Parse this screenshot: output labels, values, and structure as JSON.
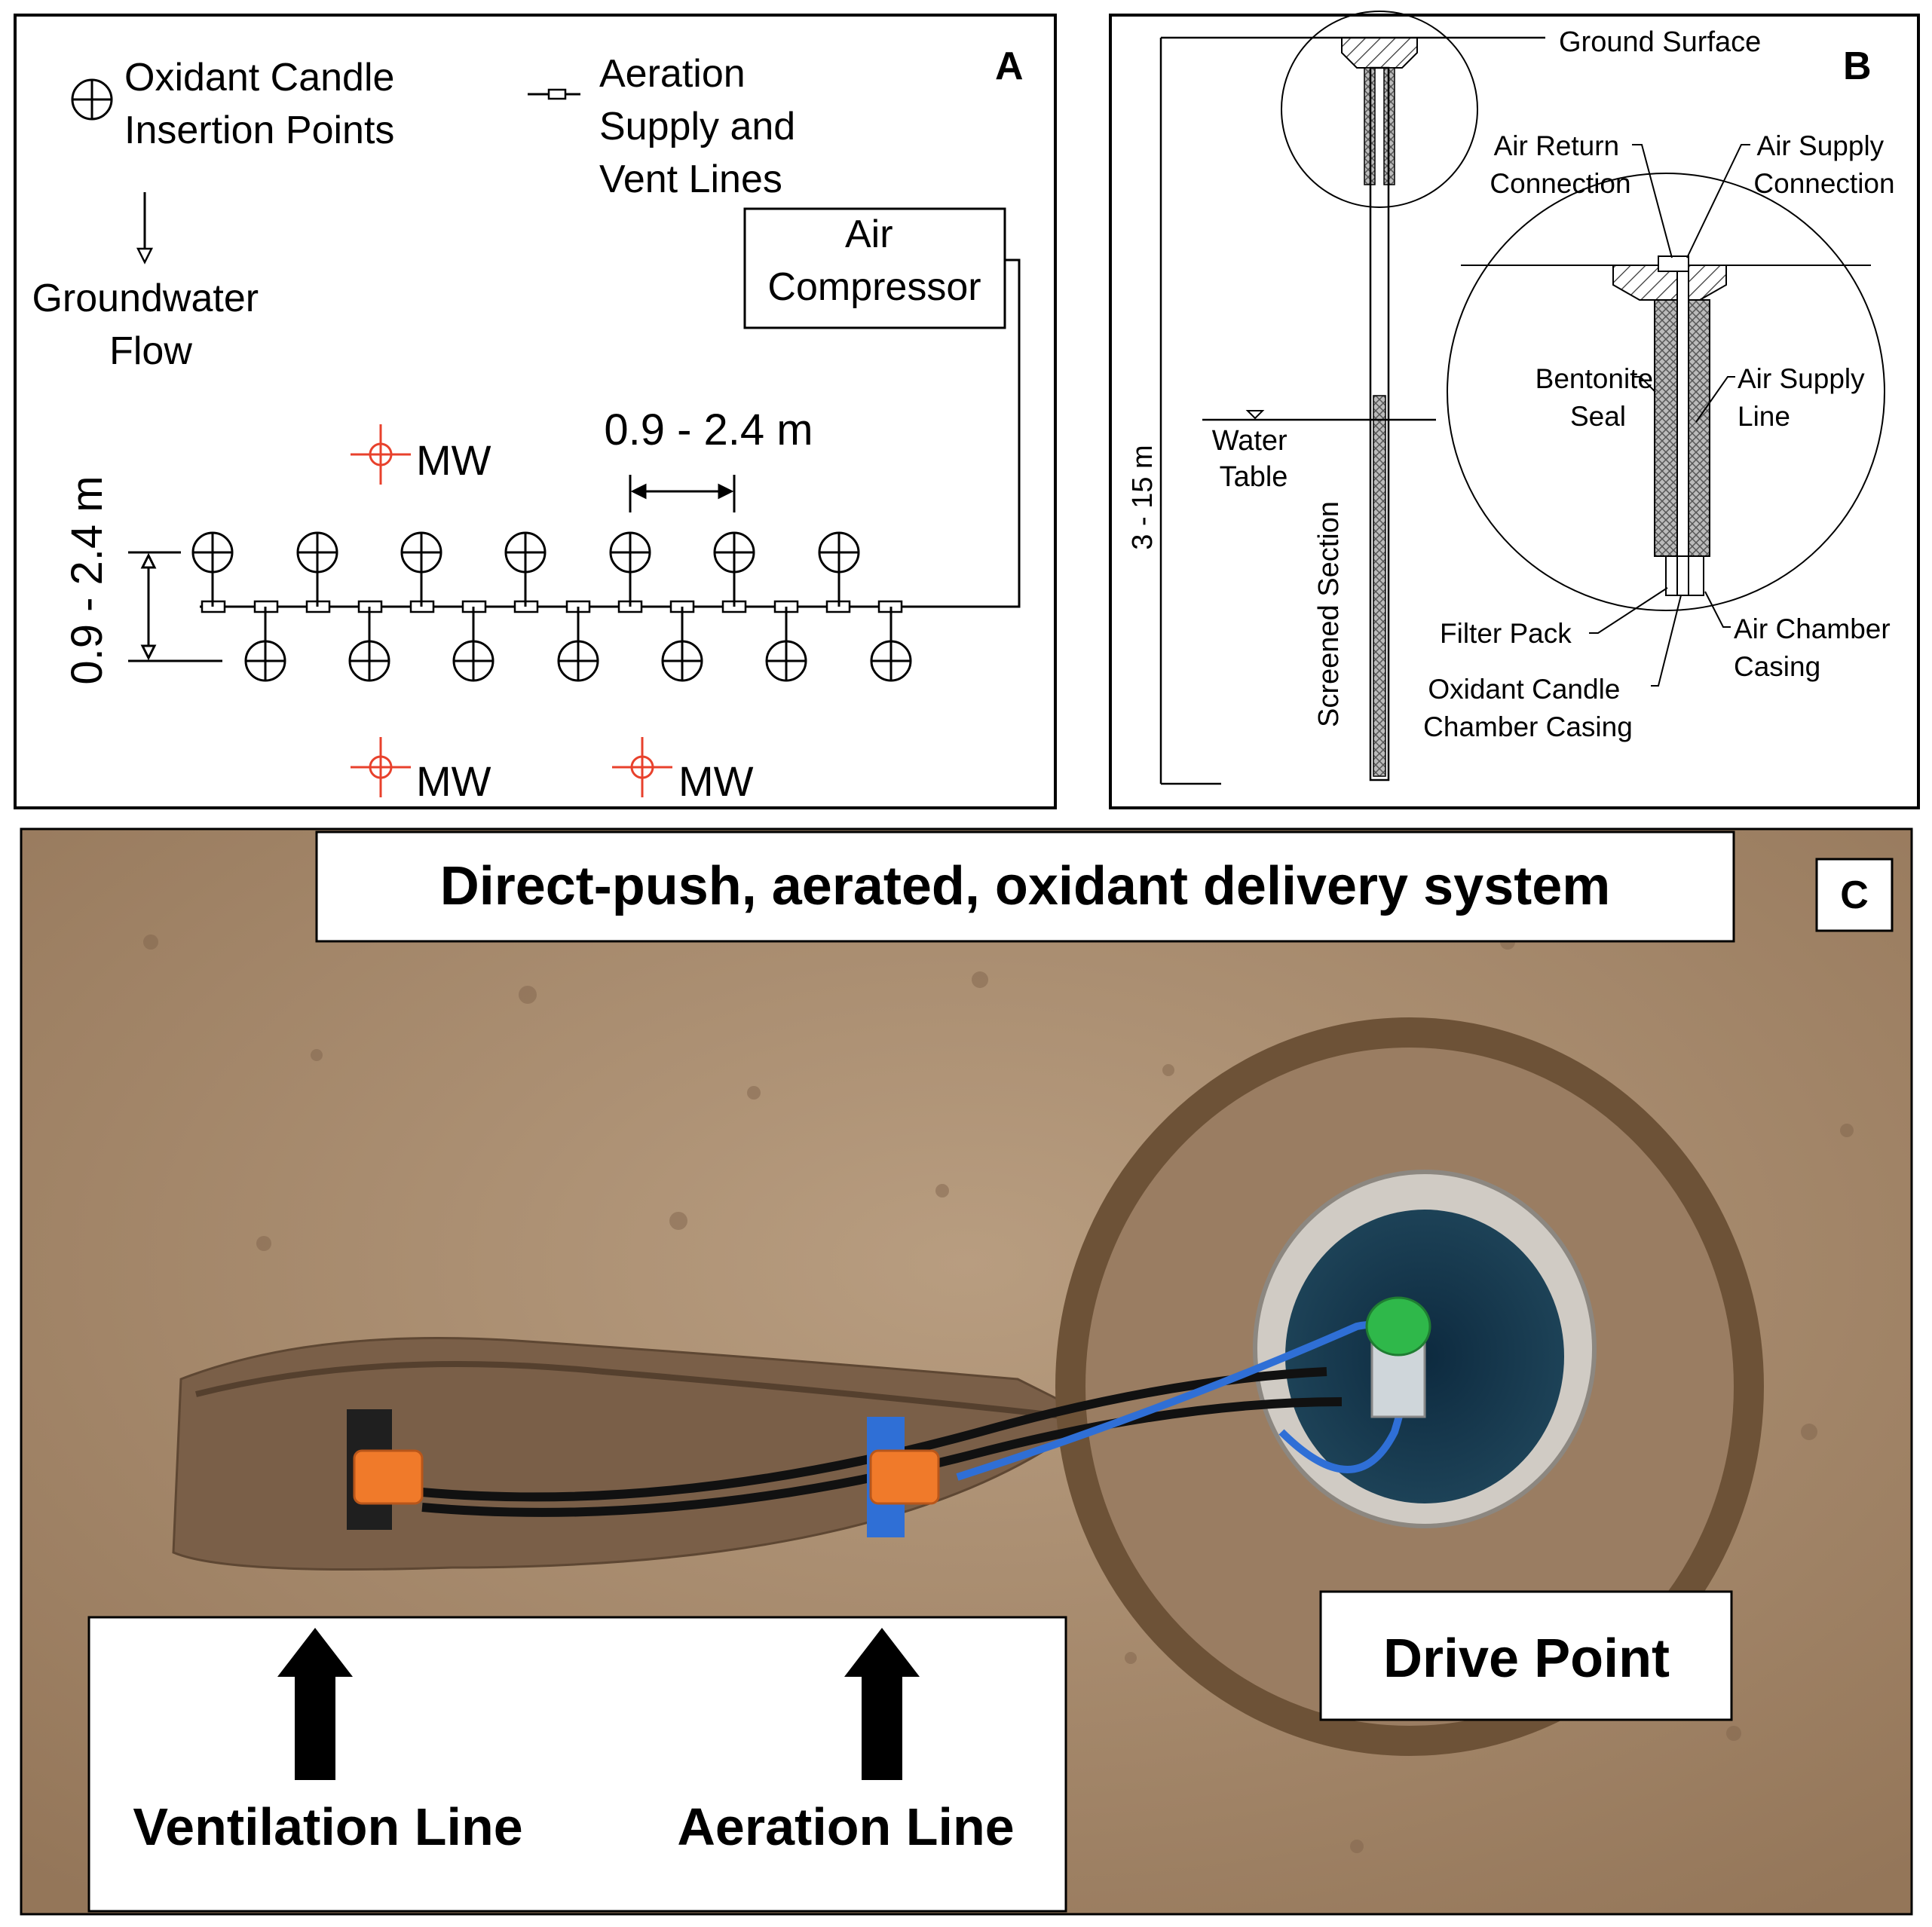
{
  "panel_a": {
    "letter": "A",
    "legend_candle": [
      "Oxidant Candle",
      "Insertion Points"
    ],
    "legend_lines": [
      "Aeration",
      "Supply and",
      "Vent Lines"
    ],
    "flow_label": [
      "Groundwater",
      "Flow"
    ],
    "compressor_label": [
      "Air",
      "Compressor"
    ],
    "spacing_horizontal": "0.9 - 2.4 m",
    "spacing_vertical": "0.9 - 2.4 m",
    "mw_label": "MW",
    "colors": {
      "monitoring_well": "#e8412c",
      "line": "#000000"
    }
  },
  "panel_b": {
    "letter": "B",
    "ground_surface": "Ground Surface",
    "depth_label": "3 - 15 m",
    "water_table": [
      "Water",
      "Table"
    ],
    "screened_section": "Screened Section",
    "air_return": [
      "Air Return",
      "Connection"
    ],
    "air_supply_connection": [
      "Air Supply",
      "Connection"
    ],
    "bentonite": [
      "Bentonite",
      "Seal"
    ],
    "air_supply_line": [
      "Air Supply",
      "Line"
    ],
    "filter_pack": "Filter Pack",
    "air_chamber": [
      "Air Chamber",
      "Casing"
    ],
    "oxidant_casing": [
      "Oxidant Candle",
      "Chamber Casing"
    ]
  },
  "panel_c": {
    "letter": "C",
    "title": "Direct-push, aerated, oxidant delivery system",
    "ventilation": "Ventilation Line",
    "aeration": "Aeration Line",
    "drive_point": "Drive Point",
    "colors": {
      "soil": "#a08468",
      "fitting": "#f07a2a",
      "pipe": "#2f6fd6",
      "cap": "#2fb84a"
    }
  }
}
